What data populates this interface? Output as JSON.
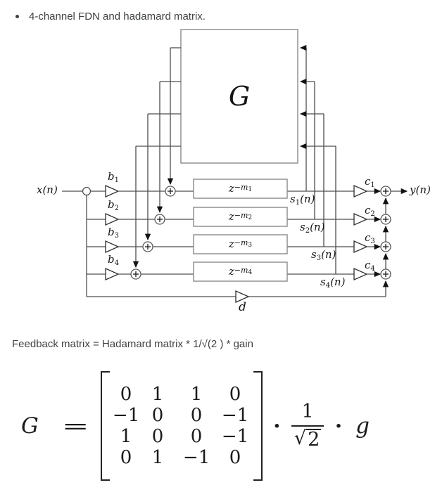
{
  "bullet": {
    "text": "4-channel FDN and hadamard matrix."
  },
  "diagram": {
    "input_label": "x(n)",
    "output_label": "y(n)",
    "matrix_block_label": "G",
    "direct_gain_label": "d",
    "channels": [
      {
        "index": "1",
        "gain_in_base": "b",
        "gain_out_base": "c",
        "state_base": "s",
        "state_suffix": "(n)",
        "delay_base": "z",
        "delay_exponent": "−m"
      },
      {
        "index": "2",
        "gain_in_base": "b",
        "gain_out_base": "c",
        "state_base": "s",
        "state_suffix": "(n)",
        "delay_base": "z",
        "delay_exponent": "−m"
      },
      {
        "index": "3",
        "gain_in_base": "b",
        "gain_out_base": "c",
        "state_base": "s",
        "state_suffix": "(n)",
        "delay_base": "z",
        "delay_exponent": "−m"
      },
      {
        "index": "4",
        "gain_in_base": "b",
        "gain_out_base": "c",
        "state_base": "s",
        "state_suffix": "(n)",
        "delay_base": "z",
        "delay_exponent": "−m"
      }
    ]
  },
  "feedback_note": {
    "text": "Feedback matrix = Hadamard matrix * 1/√(2 ) * gain"
  },
  "equation": {
    "lhs": "G",
    "equals": "=",
    "matrix": {
      "rows": [
        [
          "0",
          "1",
          "1",
          "0"
        ],
        [
          "−1",
          "0",
          "0",
          "−1"
        ],
        [
          "1",
          "0",
          "0",
          "−1"
        ],
        [
          "0",
          "1",
          "−1",
          "0"
        ]
      ]
    },
    "times_dot": "·",
    "fraction": {
      "numerator": "1",
      "radical": "√",
      "radicand": "2"
    },
    "gain": "g"
  },
  "colors": {
    "wire": "#4d4d4d",
    "box_border": "#8a8a8a",
    "arrow": "#111111",
    "text": "#3f4245"
  }
}
